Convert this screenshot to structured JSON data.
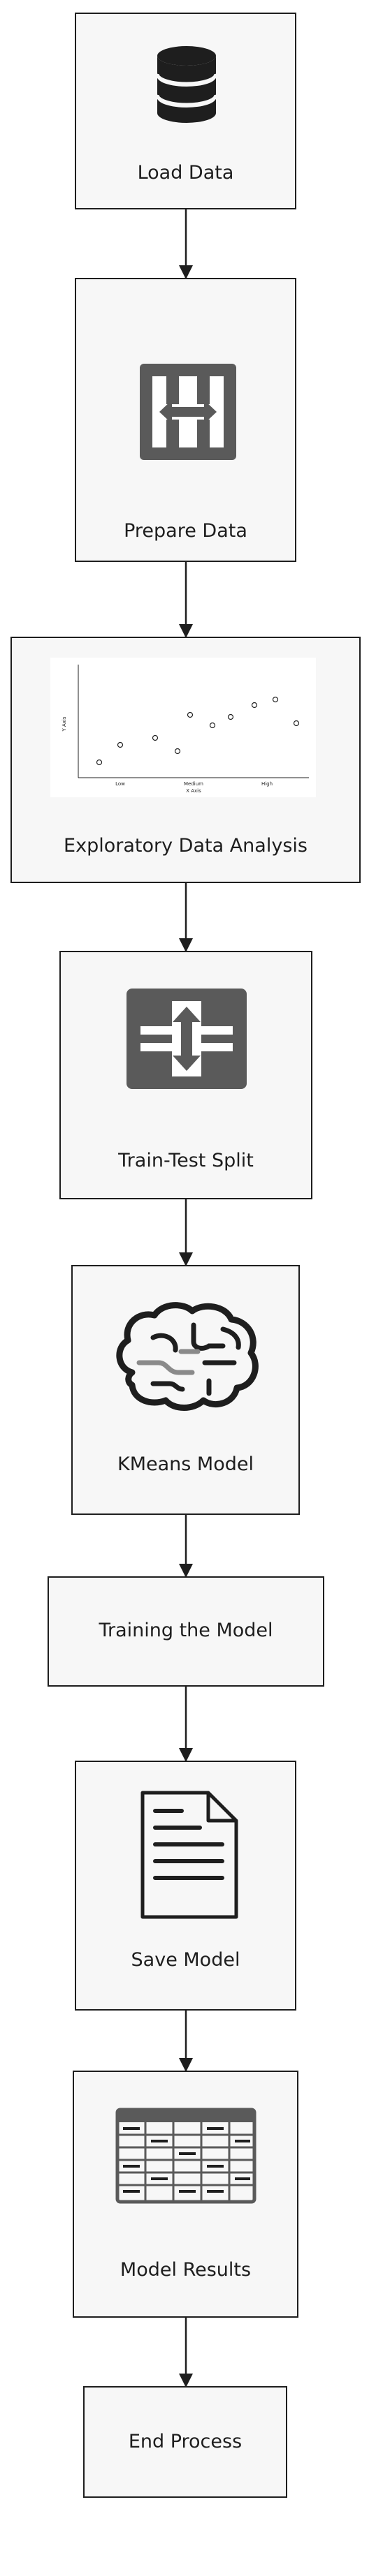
{
  "diagram": {
    "type": "flowchart",
    "steps": [
      {
        "label": "Load Data",
        "icon": "database-icon"
      },
      {
        "label": "Prepare Data",
        "icon": "transform-icon"
      },
      {
        "label": "Exploratory Data Analysis",
        "icon": "scatter-plot-icon"
      },
      {
        "label": "Train-Test Split",
        "icon": "split-icon"
      },
      {
        "label": "KMeans Model",
        "icon": "brain-icon"
      },
      {
        "label": "Training the Model",
        "icon": ""
      },
      {
        "label": "Save Model",
        "icon": "document-icon"
      },
      {
        "label": "Model Results",
        "icon": "table-icon"
      },
      {
        "label": "End Process",
        "icon": ""
      }
    ],
    "eda_chart": {
      "x_ticks": [
        "Low",
        "Medium",
        "High"
      ],
      "x_label": "X Axis",
      "y_label": "Y Axis"
    },
    "colors": {
      "stroke": "#1e1e1e",
      "box_fill": "#f7f7f7",
      "icon_gray": "#5a5a5a",
      "arrow_white": "#ffffff"
    }
  }
}
